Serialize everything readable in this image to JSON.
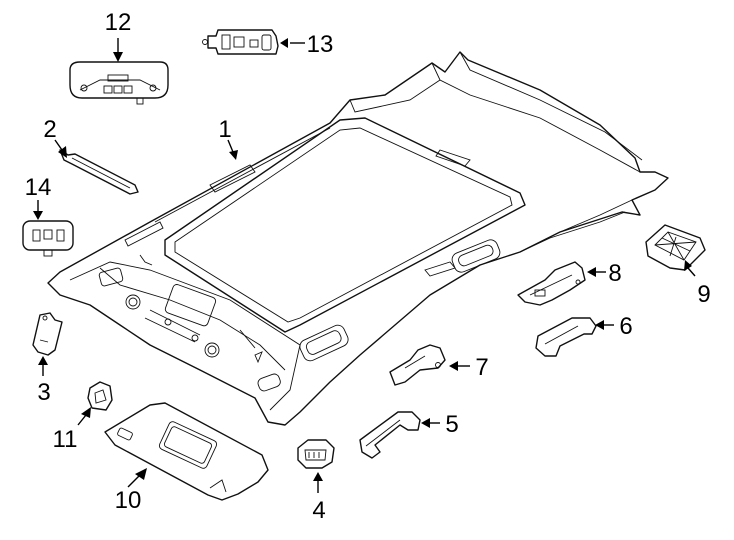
{
  "diagram": {
    "callouts": [
      {
        "id": "1",
        "text": "1",
        "part": "headliner"
      },
      {
        "id": "2",
        "text": "2",
        "part": "headliner-trim-strip"
      },
      {
        "id": "3",
        "text": "3",
        "part": "grab-handle-bracket"
      },
      {
        "id": "4",
        "text": "4",
        "part": "dome-lamp-small"
      },
      {
        "id": "5",
        "text": "5",
        "part": "assist-handle-rear"
      },
      {
        "id": "6",
        "text": "6",
        "part": "assist-handle"
      },
      {
        "id": "7",
        "text": "7",
        "part": "handle-bracket"
      },
      {
        "id": "8",
        "text": "8",
        "part": "mounting-bracket"
      },
      {
        "id": "9",
        "text": "9",
        "part": "speaker-grille"
      },
      {
        "id": "10",
        "text": "10",
        "part": "sun-visor"
      },
      {
        "id": "11",
        "text": "11",
        "part": "visor-clip"
      },
      {
        "id": "12",
        "text": "12",
        "part": "overhead-console"
      },
      {
        "id": "13",
        "text": "13",
        "part": "reading-lamp"
      },
      {
        "id": "14",
        "text": "14",
        "part": "connector"
      }
    ]
  }
}
